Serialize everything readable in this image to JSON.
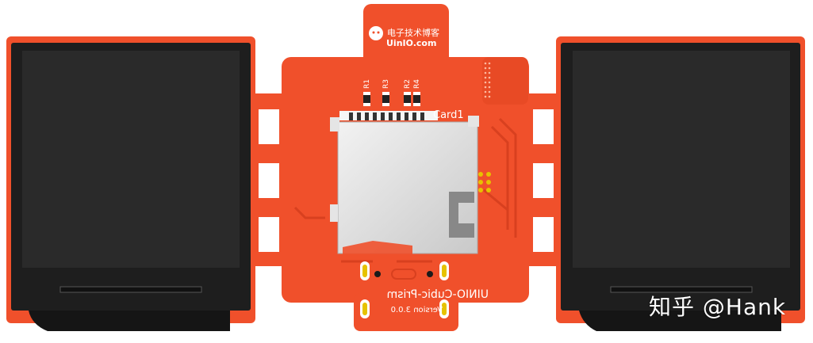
{
  "colors": {
    "pcb": "#f0502b",
    "pcb_dark": "#d8401f",
    "pcb_edge": "#e13c1e",
    "display": "#1e1e1e",
    "display_inner": "#2a2a2a",
    "pad_gold": "#e6c200",
    "silk": "#ffffff",
    "metal": "#dcdcdc"
  },
  "top_tab": {
    "logo_text": "电子技术博客",
    "site": "UinIO.com"
  },
  "components": {
    "resistors": [
      "R1",
      "R3",
      "R2",
      "R4"
    ],
    "card_label": "Card1"
  },
  "silkscreen": {
    "product_name": "UINIO-Cubic-Prism",
    "version": "Version 3.0.0"
  },
  "watermark": "知乎 @Hank",
  "icons": {
    "logo": "mascot-face-icon",
    "sd_slot": "microsd-card-slot"
  }
}
